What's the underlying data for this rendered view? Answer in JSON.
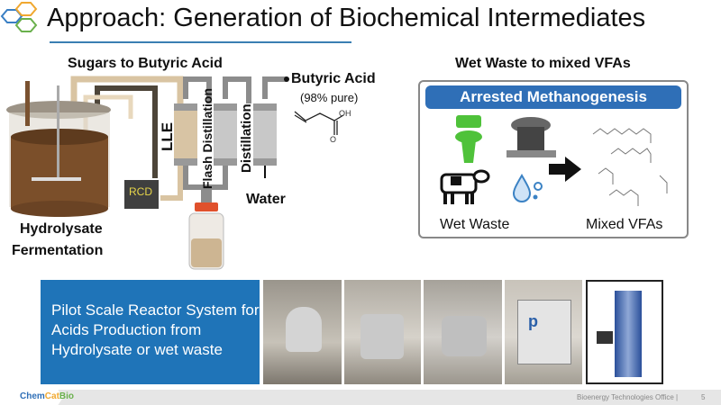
{
  "slide": {
    "title": "Approach: Generation of Biochemical Intermediates",
    "left_section": {
      "heading": "Sugars to Butyric Acid",
      "labels": {
        "lle": "LLE",
        "flash_distillation": "Flash Distillation",
        "distillation": "Distillation",
        "rcd": "RCD",
        "product": "Butyric Acid",
        "purity": "(98% pure)",
        "water": "Water",
        "oh": "OH",
        "o": "O",
        "hydrolysate": "Hydrolysate",
        "fermentation": "Fermentation"
      }
    },
    "right_section": {
      "heading": "Wet Waste to mixed VFAs",
      "banner": "Arrested Methanogenesis",
      "input_label": "Wet Waste",
      "output_label": "Mixed VFAs"
    },
    "pilot_box": {
      "text": "Pilot Scale Reactor System for Acids Production from Hydrolysate or wet waste"
    },
    "footer": {
      "logo_chem": "Chem",
      "logo_cat": "Cat",
      "logo_bio": "Bio",
      "office": "Bioenergy Technologies Office",
      "separator": "|",
      "page_number": "5"
    },
    "colors": {
      "accent_blue": "#1f74b8",
      "banner_blue": "#2f6fb7",
      "hex_orange": "#f0a830",
      "hex_blue": "#3a7fc4",
      "hex_green": "#6ab04c"
    }
  }
}
